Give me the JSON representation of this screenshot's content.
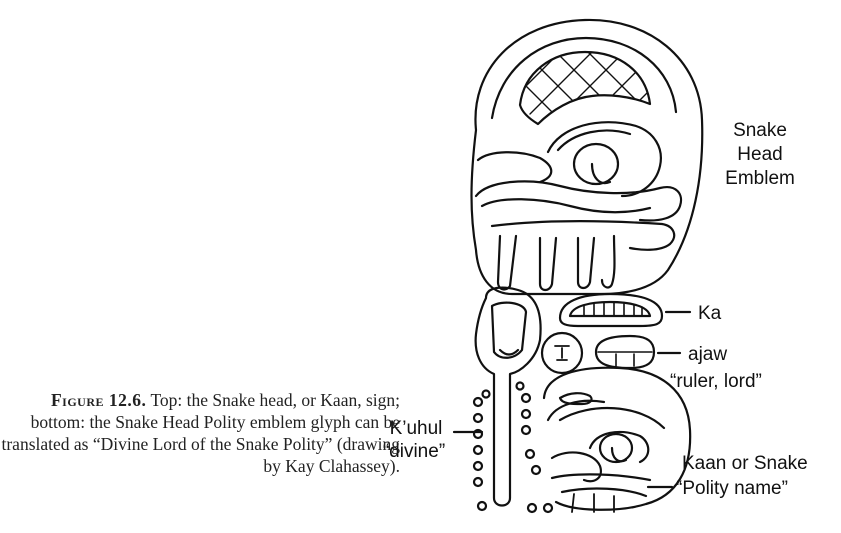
{
  "top_glyph": {
    "label_lines": [
      "Snake",
      "Head",
      "Emblem"
    ]
  },
  "bottom_glyph": {
    "ka_label": "Ka",
    "ajaw_label": "ajaw",
    "ajaw_gloss": "“ruler, lord”",
    "kuhul_label": "K’uhul",
    "kuhul_gloss": "“divine”",
    "kaan_label": "Kaan or Snake",
    "kaan_gloss": "“Polity name”"
  },
  "caption": {
    "label": "Figure 12.6.",
    "text": " Top: the Snake head, or Kaan, sign; bottom: the Snake Head Polity emblem glyph can be translated as “Divine Lord of the Snake Polity” (drawing by Kay Clahassey)."
  }
}
